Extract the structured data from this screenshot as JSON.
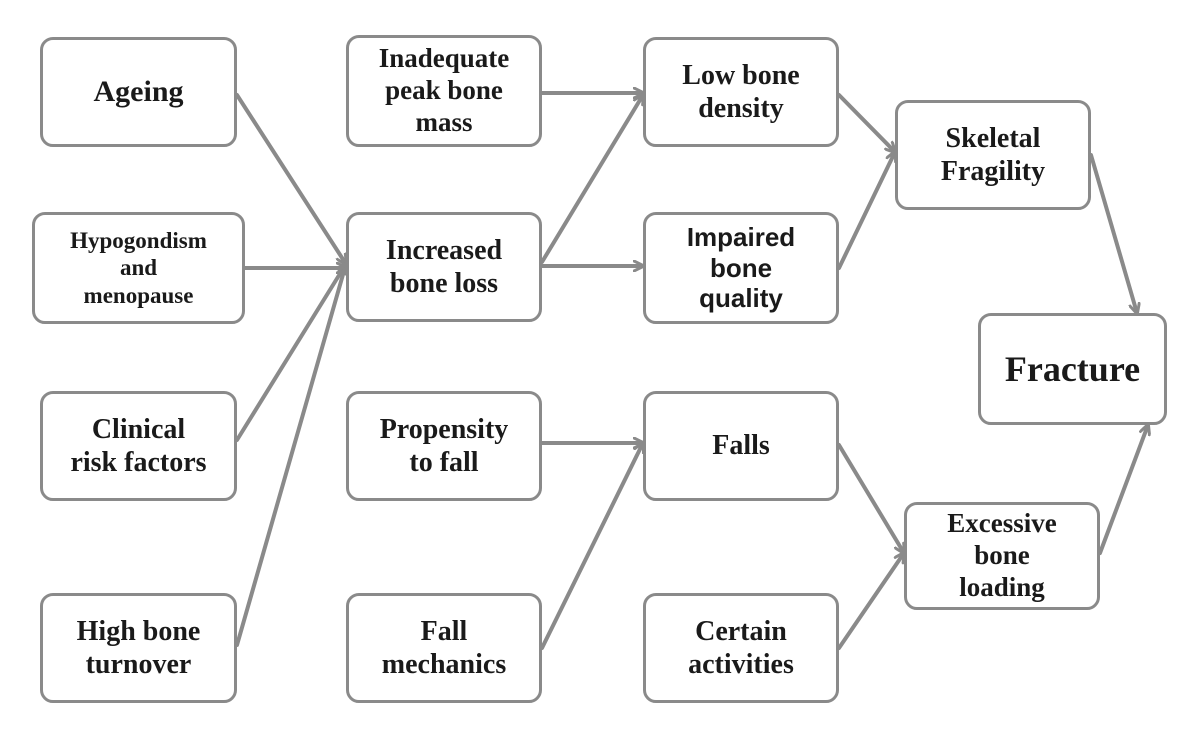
{
  "diagram": {
    "nodes": {
      "ageing": "Ageing",
      "hypogonadism": "Hypogondism\nand\nmenopause",
      "clinical_risk": "Clinical\nrisk factors",
      "high_turnover": "High bone\nturnover",
      "inadequate_peak": "Inadequate\npeak bone\nmass",
      "increased_loss": "Increased\nbone loss",
      "propensity_fall": "Propensity\nto fall",
      "fall_mechanics": "Fall\nmechanics",
      "low_density": "Low bone\ndensity",
      "impaired_quality": "Impaired\nbone\nquality",
      "falls": "Falls",
      "certain_activities": "Certain\nactivities",
      "skeletal_fragility": "Skeletal\nFragility",
      "fracture": "Fracture",
      "excessive_loading": "Excessive\nbone\nloading"
    },
    "edges": [
      {
        "from": "ageing",
        "to": "increased_loss"
      },
      {
        "from": "hypogonadism",
        "to": "increased_loss"
      },
      {
        "from": "clinical_risk",
        "to": "increased_loss"
      },
      {
        "from": "high_turnover",
        "to": "increased_loss"
      },
      {
        "from": "inadequate_peak",
        "to": "low_density"
      },
      {
        "from": "increased_loss",
        "to": "low_density"
      },
      {
        "from": "increased_loss",
        "to": "impaired_quality"
      },
      {
        "from": "propensity_fall",
        "to": "falls"
      },
      {
        "from": "fall_mechanics",
        "to": "falls"
      },
      {
        "from": "low_density",
        "to": "skeletal_fragility"
      },
      {
        "from": "impaired_quality",
        "to": "skeletal_fragility"
      },
      {
        "from": "falls",
        "to": "excessive_loading"
      },
      {
        "from": "certain_activities",
        "to": "excessive_loading"
      },
      {
        "from": "skeletal_fragility",
        "to": "fracture"
      },
      {
        "from": "excessive_loading",
        "to": "fracture"
      }
    ],
    "colors": {
      "box_border": "#8a8a8a",
      "arrow": "#8a8a8a",
      "text": "#1a1a1a"
    }
  }
}
